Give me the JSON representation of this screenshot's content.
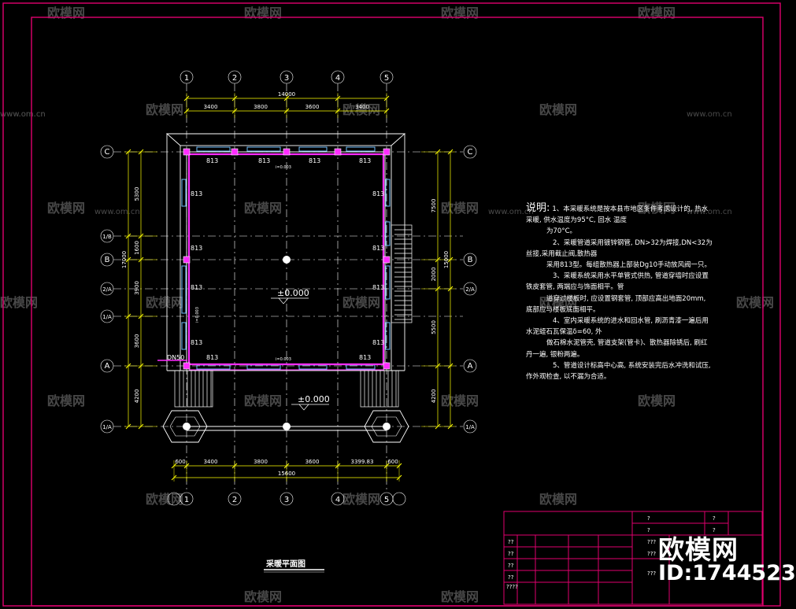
{
  "drawing": {
    "title": "采暖平面图",
    "grid_cols": [
      "1",
      "2",
      "3",
      "4",
      "5"
    ],
    "grid_rows": [
      "C",
      "1/B",
      "B",
      "2/A",
      "1/A",
      "A",
      "1/A"
    ],
    "top_dims": [
      "3400",
      "3800",
      "3600",
      "3400"
    ],
    "top_total": "14000",
    "bottom_dims": [
      "600",
      "3400",
      "3800",
      "3600",
      "3399.83",
      "600"
    ],
    "bottom_total": "15600",
    "left_dims": [
      "5300",
      "1600",
      "3900",
      "3600",
      "4200"
    ],
    "left_total": "17000",
    "right_dims": [
      "7500",
      "2000",
      "5500",
      "4200"
    ],
    "right_total": "15000",
    "radiator_label": "813",
    "level_label": "±0.000",
    "pipe_label": "DN50",
    "slope_label": "i=0.003",
    "riser_label": "i=0.003"
  },
  "notes": {
    "title": "说明:",
    "lines": [
      "1、本采暖系统是按本县市地区条件考虑设计的, 热水",
      "采暖, 供水温度为95°C, 回水 温度",
      "为70°C。",
      "2、采暖管道采用镀锌钢管, DN>32为焊接,DN<32为",
      "丝接,采用截止阀,散热器",
      "采用813型。每组散热器上部装Dg10手动放风阀一只。",
      "3、采暖系统采用水平单管式供热, 管道穿墙时应设置",
      "铁皮套管, 两端应与饰面相平。管",
      "道穿过楼板时, 应设置钢套管, 顶部应高出地面20mm,",
      "底部应与楼板底面相平。",
      "4、室内采暖系统的进水和回水管, 刷沥青漆一遍后用",
      "水泥蛭石瓦保温δ=60, 外",
      "做石棉水泥管壳, 管道支架(管卡)、散热器除锈后, 刷红",
      "丹一遍, 银粉两遍。",
      "5、管道设计标高中心高, 系统安装完后水冲洗和试压,",
      "作外观检查, 以不漏为合适。"
    ]
  },
  "titleblock": {
    "cells_q": [
      "?",
      "?",
      "?",
      "?",
      "??",
      "??",
      "???"
    ],
    "cell_mid": "???",
    "cell_q4": "????"
  },
  "watermark": {
    "text": "欧模网",
    "url": "www.om.cn",
    "brand": "欧模网",
    "id": "ID:1744523"
  },
  "colors": {
    "background": "#000000",
    "frame": "#e0006e",
    "wall": "#ffffff",
    "pipe": "#ff2cff",
    "dimension": "#ffff00",
    "radiator": "#6fc0ff",
    "grid_axis": "#ffffff"
  }
}
